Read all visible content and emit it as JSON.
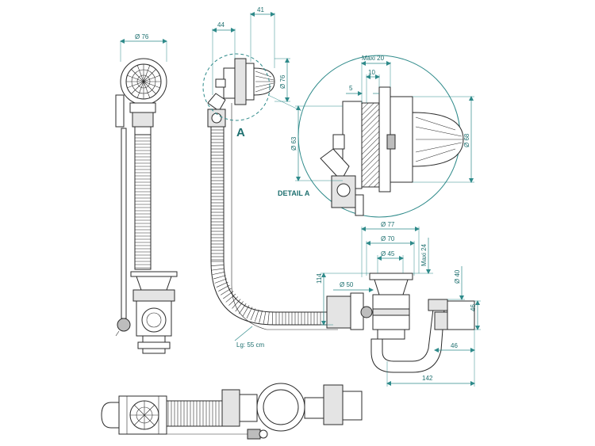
{
  "labels": {
    "detail_marker": "A",
    "detail_title": "DETAIL A",
    "hose_length": "Lg: 55 cm"
  },
  "dimensions": {
    "d76_top": "Ø 76",
    "d44": "44",
    "d41": "41",
    "d76_side": "Ø 76",
    "maxi20": "Maxi  20",
    "d10": "10",
    "d5": "5",
    "d63": "Ø 63",
    "d68": "Ø 68",
    "d77": "Ø 77",
    "d70": "Ø 70",
    "d45": "Ø 45",
    "maxi24": "Maxi  24",
    "d114": "114",
    "d50": "Ø 50",
    "d40": "Ø 40",
    "d46_side": "46",
    "d46_bottom": "46",
    "d142": "142"
  },
  "colors": {
    "dimension": "#2e8a8a",
    "outline": "#2b2b2b",
    "background": "#ffffff"
  }
}
